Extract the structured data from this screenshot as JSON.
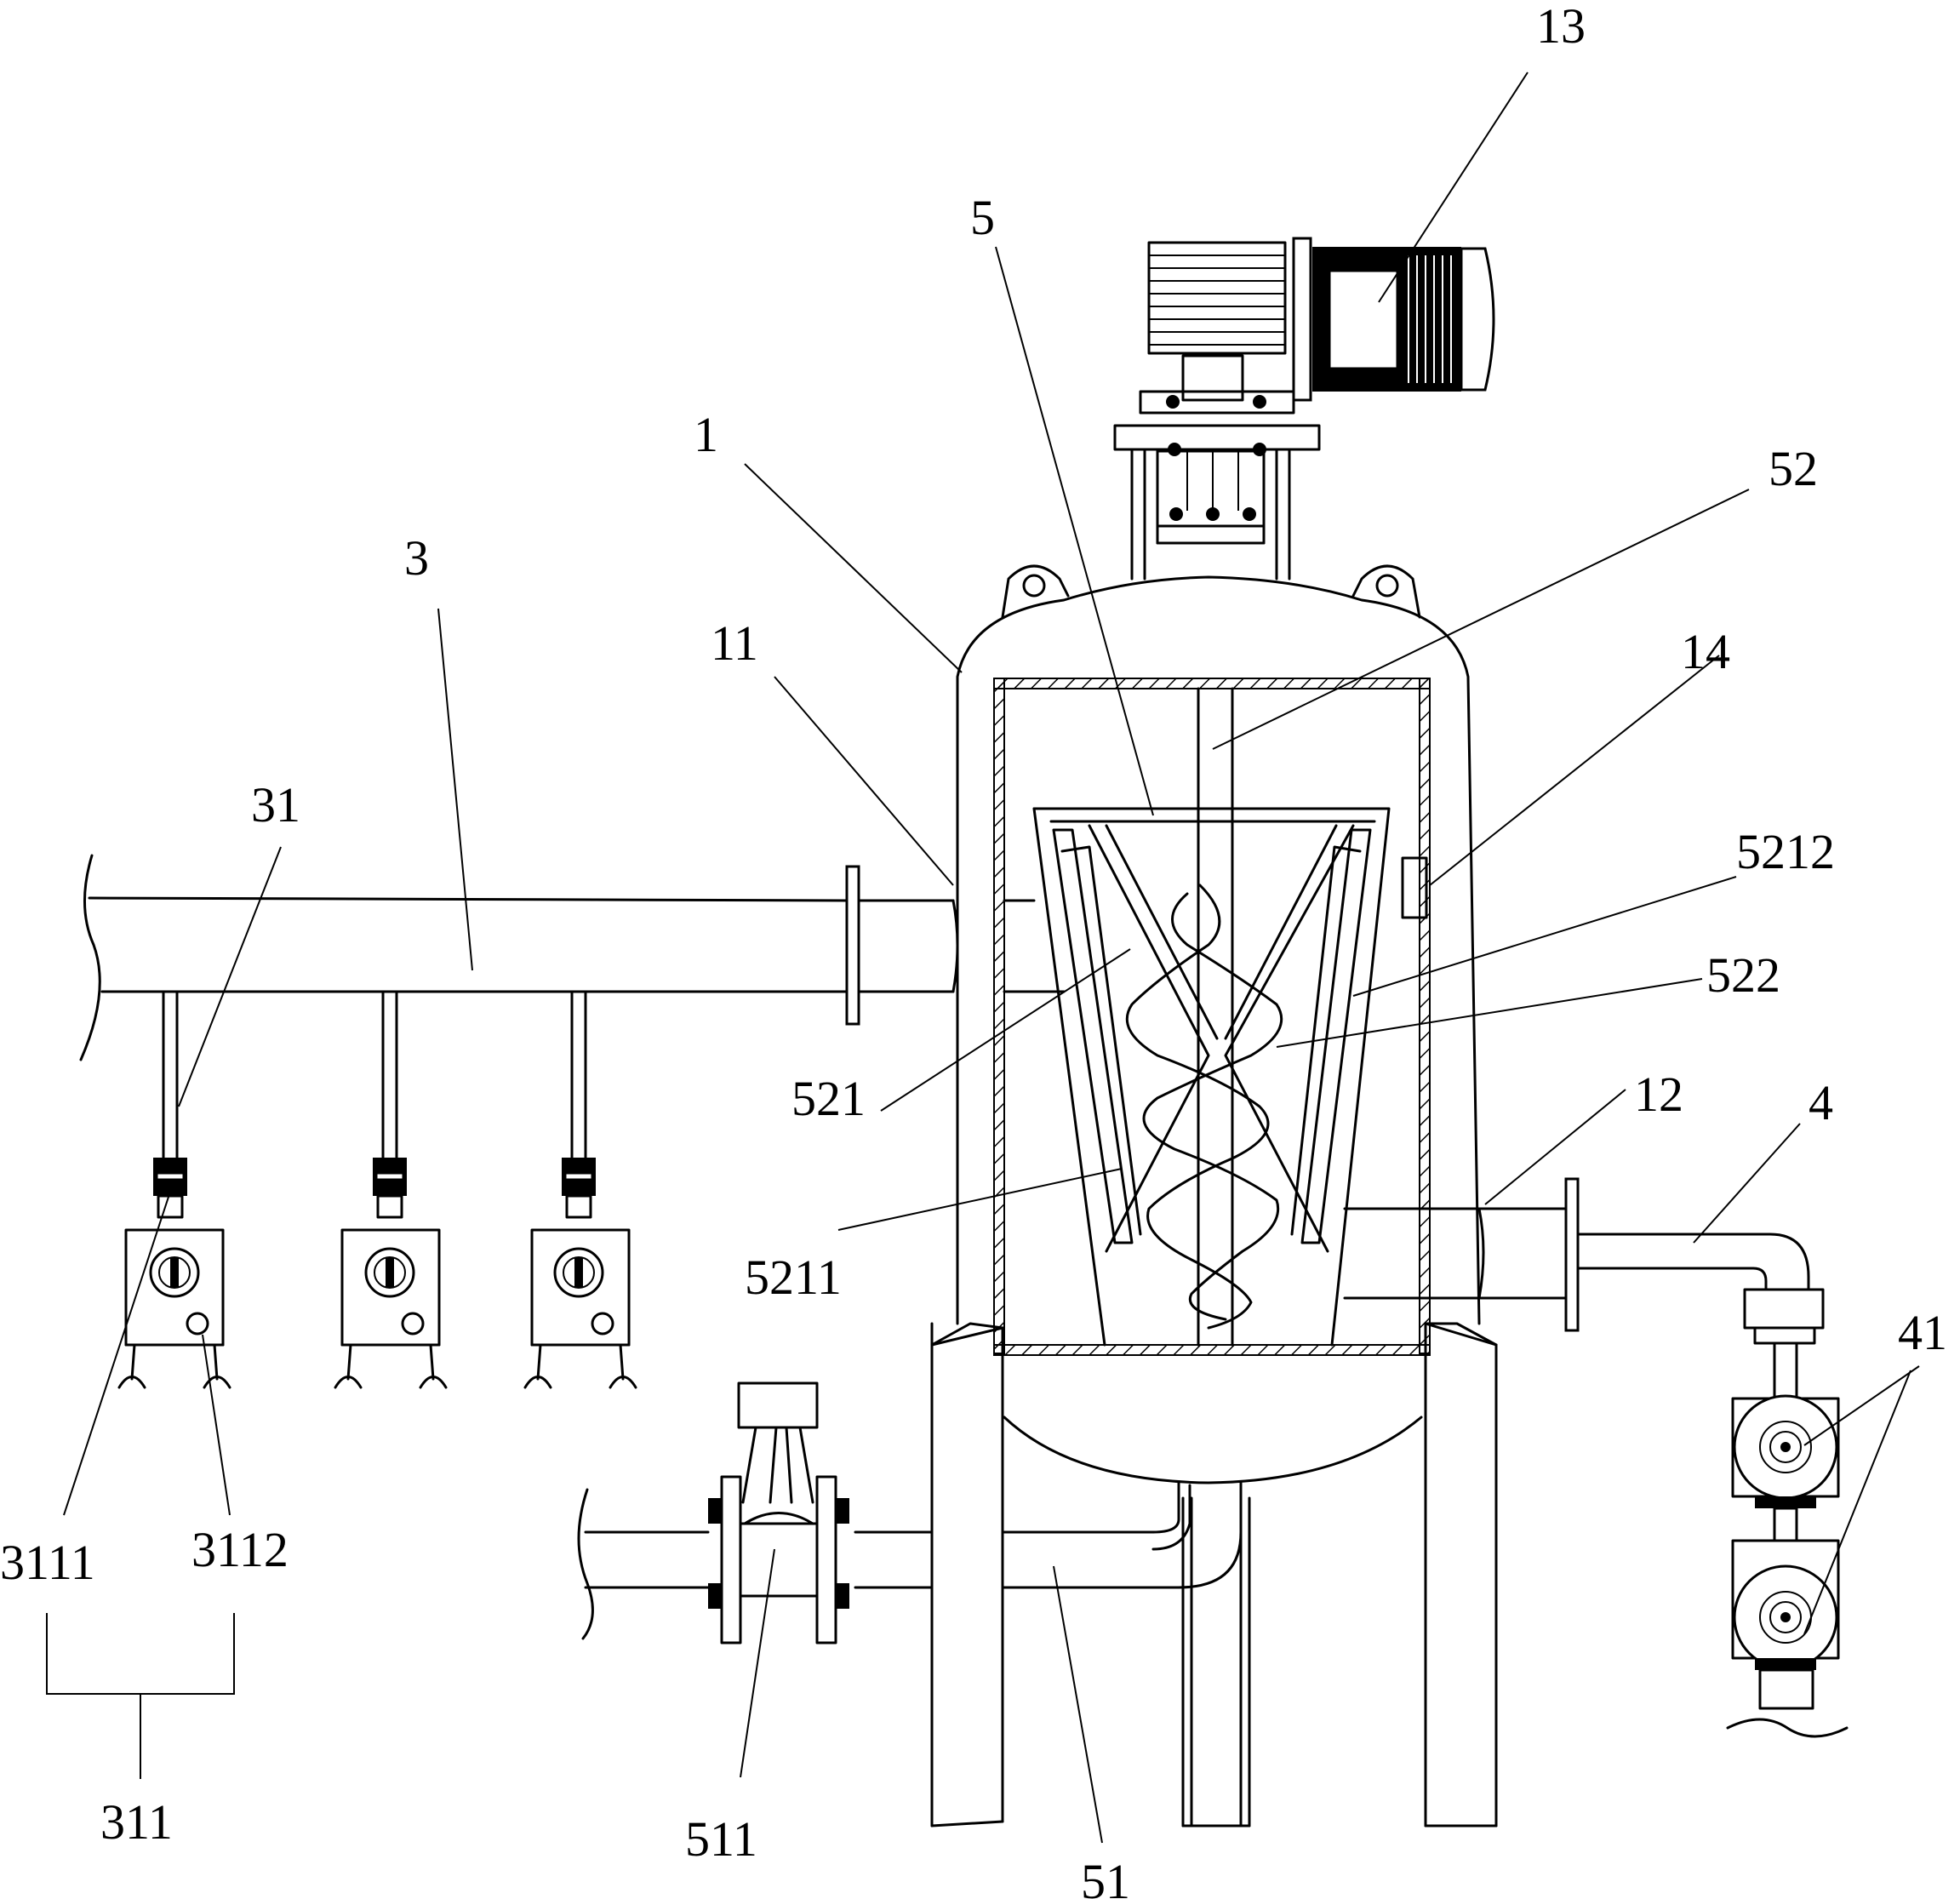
{
  "labels": {
    "l13": "13",
    "l5": "5",
    "l1": "1",
    "l52": "52",
    "l3": "3",
    "l11": "11",
    "l14": "14",
    "l31": "31",
    "l5212": "5212",
    "l522": "522",
    "l521": "521",
    "l12": "12",
    "l4": "4",
    "l5211": "5211",
    "l41": "41",
    "l3111": "3111",
    "l3112": "3112",
    "l311": "311",
    "l511": "511",
    "l51": "51"
  }
}
